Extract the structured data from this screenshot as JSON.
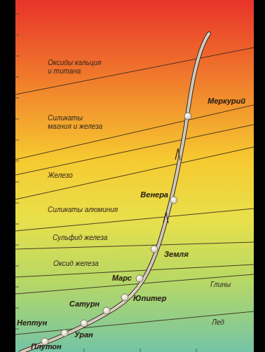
{
  "diagram": {
    "labels": [
      "Оксиды кальция и титана",
      "Силикаты магния и железа",
      "Меркурий",
      "Железо",
      "Венера",
      "Силикаты алюминия",
      "Сульфид железа",
      "Земля",
      "Оксид железа",
      "Марс",
      "Глины",
      "Юпитер",
      "Сатурн",
      "Лед",
      "Нептун",
      "Уран",
      "Плутон"
    ]
  }
}
